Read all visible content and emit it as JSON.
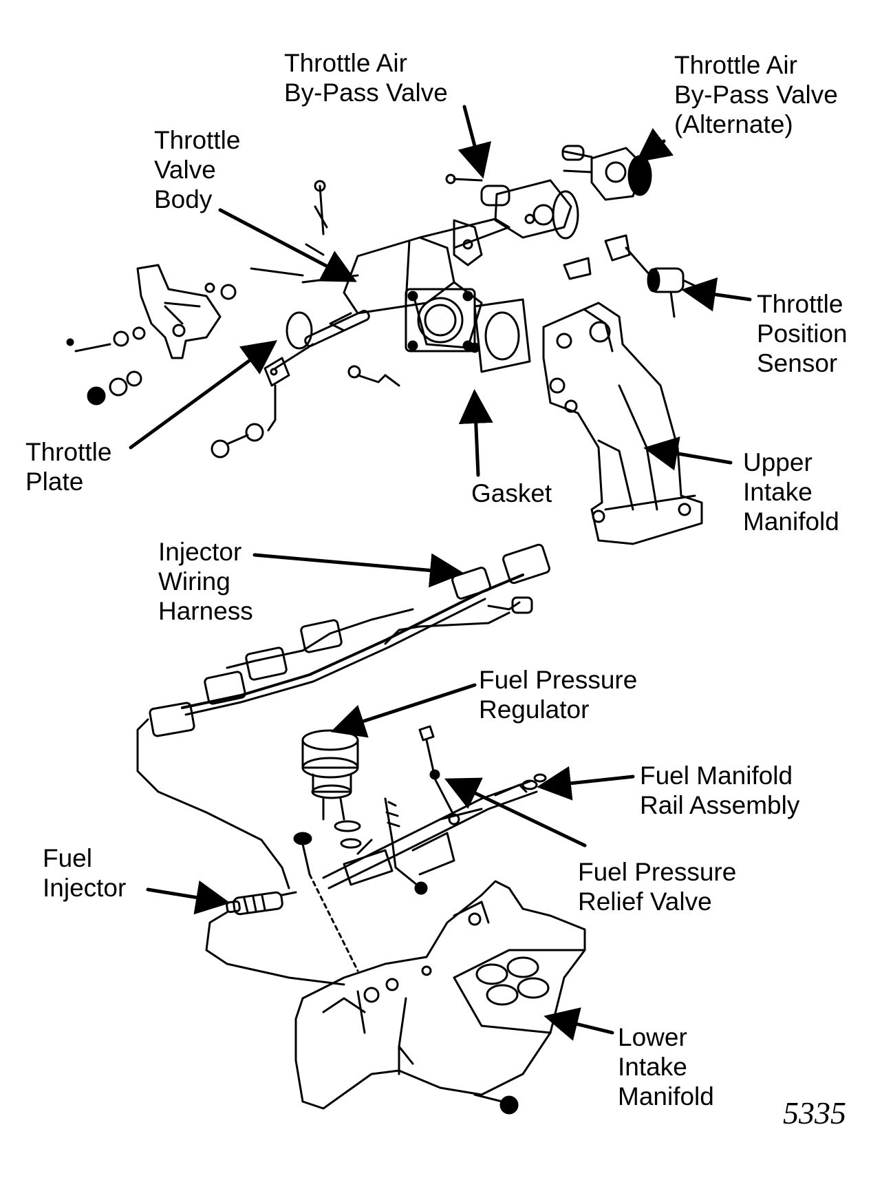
{
  "labels": {
    "throttle_air_bypass_valve": [
      "Throttle Air",
      "By-Pass Valve"
    ],
    "throttle_air_bypass_valve_alternate": [
      "Throttle Air",
      "By-Pass Valve",
      "(Alternate)"
    ],
    "throttle_valve_body": [
      "Throttle",
      "Valve",
      "Body"
    ],
    "throttle_position_sensor": [
      "Throttle",
      "Position",
      "Sensor"
    ],
    "throttle_plate": [
      "Throttle",
      "Plate"
    ],
    "gasket": [
      "Gasket"
    ],
    "upper_intake_manifold": [
      "Upper",
      "Intake",
      "Manifold"
    ],
    "injector_wiring_harness": [
      "Injector",
      "Wiring",
      "Harness"
    ],
    "fuel_pressure_regulator": [
      "Fuel Pressure",
      "Regulator"
    ],
    "fuel_manifold_rail_assembly": [
      "Fuel Manifold",
      "Rail Assembly"
    ],
    "fuel_injector": [
      "Fuel",
      "Injector"
    ],
    "fuel_pressure_relief_valve": [
      "Fuel Pressure",
      "Relief Valve"
    ],
    "lower_intake_manifold": [
      "Lower",
      "Intake",
      "Manifold"
    ]
  },
  "figure_number": "5335",
  "colors": {
    "ink": "#000000",
    "paper": "#ffffff"
  }
}
